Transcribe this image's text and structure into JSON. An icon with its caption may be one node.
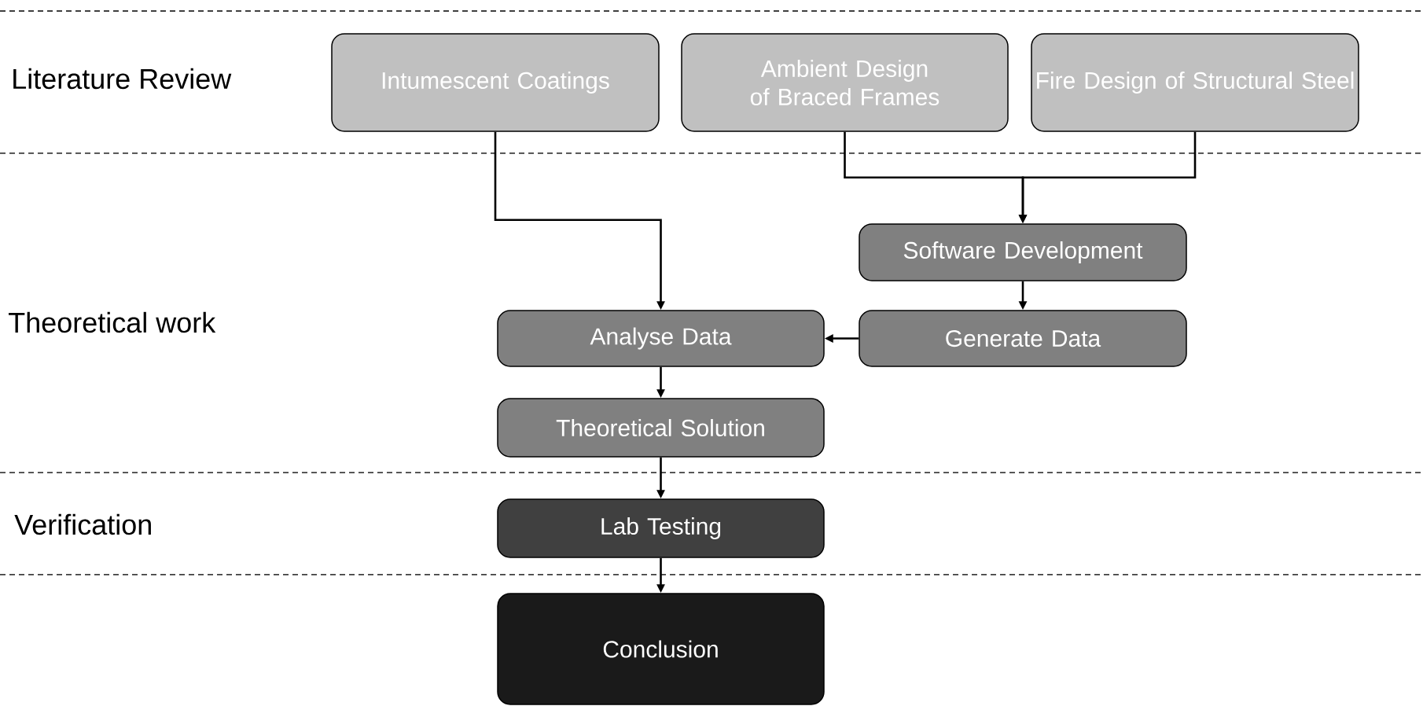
{
  "diagram": {
    "nodes": [
      {
        "text": [
          "Intumescent Coatings"
        ]
      },
      {
        "text": [
          "Ambient Design of Braced Frames"
        ]
      },
      {
        "text": [
          "Fire Design of Structural Steel"
        ]
      },
      {
        "text": [
          "Software Development"
        ]
      },
      {
        "text": [
          "Analyse Data"
        ]
      },
      {
        "text": [
          "Generate Data"
        ]
      },
      {
        "text": [
          "Theoretical Solution"
        ]
      },
      {
        "text": [
          "Lab Testing"
        ]
      },
      {
        "text": [
          "Conclusion"
        ]
      }
    ],
    "edges": [
      {
        "from": 0,
        "to": 4,
        "arrow": "to"
      },
      {
        "from": 1,
        "to": 3,
        "arrow": "to"
      },
      {
        "from": 2,
        "to": 3,
        "arrow": "to"
      },
      {
        "from": 3,
        "to": 5,
        "arrow": "to"
      },
      {
        "from": 5,
        "to": 4,
        "arrow": "to"
      },
      {
        "from": 4,
        "to": 6,
        "arrow": "to"
      },
      {
        "from": 6,
        "to": 7,
        "arrow": "to"
      },
      {
        "from": 7,
        "to": 8,
        "arrow": "to"
      }
    ],
    "labels": [
      "Literature Review",
      "Theoretical work",
      "Verification"
    ]
  }
}
